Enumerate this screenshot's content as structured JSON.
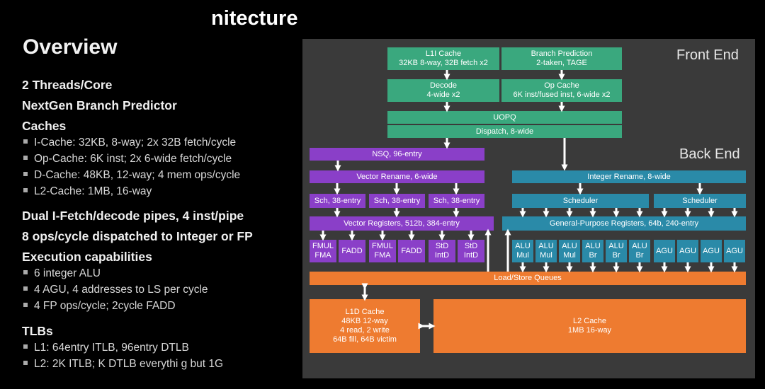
{
  "title": "nitecture",
  "overview": "Overview",
  "left": {
    "threads": "2 Threads/Core",
    "branch": "NextGen Branch Predictor",
    "caches_heading": "Caches",
    "caches": [
      "I-Cache: 32KB, 8-way; 2x 32B fetch/cycle",
      "Op-Cache: 6K inst; 2x 6-wide fetch/cycle",
      "D-Cache: 48KB, 12-way; 4 mem ops/cycle",
      "L2-Cache: 1MB, 16-way"
    ],
    "dual": "Dual I-Fetch/decode pipes, 4 inst/pipe",
    "ops": "8 ops/cycle dispatched to Integer or FP",
    "exec_heading": "Execution capabilities",
    "exec": [
      "6 integer ALU",
      "4 AGU, 4 addresses to LS per cycle",
      "4 FP ops/cycle; 2cycle FADD"
    ],
    "tlb_heading": "TLBs",
    "tlbs": [
      "L1: 64entry ITLB, 96entry DTLB",
      "L2: 2K ITLB;  K DTLB everythi g but 1G"
    ]
  },
  "diagram": {
    "front_end": "Front End",
    "back_end": "Back End",
    "l1i": [
      "L1I Cache",
      "32KB 8-way, 32B fetch x2"
    ],
    "bp": [
      "Branch Prediction",
      "2-taken, TAGE"
    ],
    "decode": [
      "Decode",
      "4-wide x2"
    ],
    "opcache": [
      "Op Cache",
      "6K inst/fused inst, 6-wide x2"
    ],
    "uopq": "UOPQ",
    "dispatch": "Dispatch, 8-wide",
    "nsq": "NSQ, 96-entry",
    "vrename": "Vector Rename, 6-wide",
    "sch": [
      "Sch, 38-entry",
      "Sch, 38-entry",
      "Sch, 38-entry"
    ],
    "vregs": "Vector Registers, 512b, 384-entry",
    "fp_units": [
      [
        "FMUL",
        "FMA"
      ],
      [
        "FADD"
      ],
      [
        "FMUL",
        "FMA"
      ],
      [
        "FADD"
      ],
      [
        "StD",
        "IntD"
      ],
      [
        "StD",
        "IntD"
      ]
    ],
    "irename": "Integer Rename, 8-wide",
    "scheduler1": "Scheduler",
    "scheduler2": "Scheduler",
    "gpr": "General-Purpose Registers, 64b, 240-entry",
    "alus": [
      [
        "ALU",
        "Mul"
      ],
      [
        "ALU",
        "Mul"
      ],
      [
        "ALU",
        "Mul"
      ],
      [
        "ALU",
        "Br"
      ],
      [
        "ALU",
        "Br"
      ],
      [
        "ALU",
        "Br"
      ]
    ],
    "agus": [
      "AGU",
      "AGU",
      "AGU",
      "AGU"
    ],
    "lsq": "Load/Store Queues",
    "l1d": [
      "L1D Cache",
      "48KB 12-way",
      "4 read, 2 write",
      "64B fill, 64B victim"
    ],
    "l2": [
      "L2 Cache",
      "1MB 16-way"
    ]
  },
  "colors": {
    "green": "#3aa87e",
    "purple": "#8a3fc8",
    "teal": "#2a8aa8",
    "orange": "#ee7b30"
  }
}
